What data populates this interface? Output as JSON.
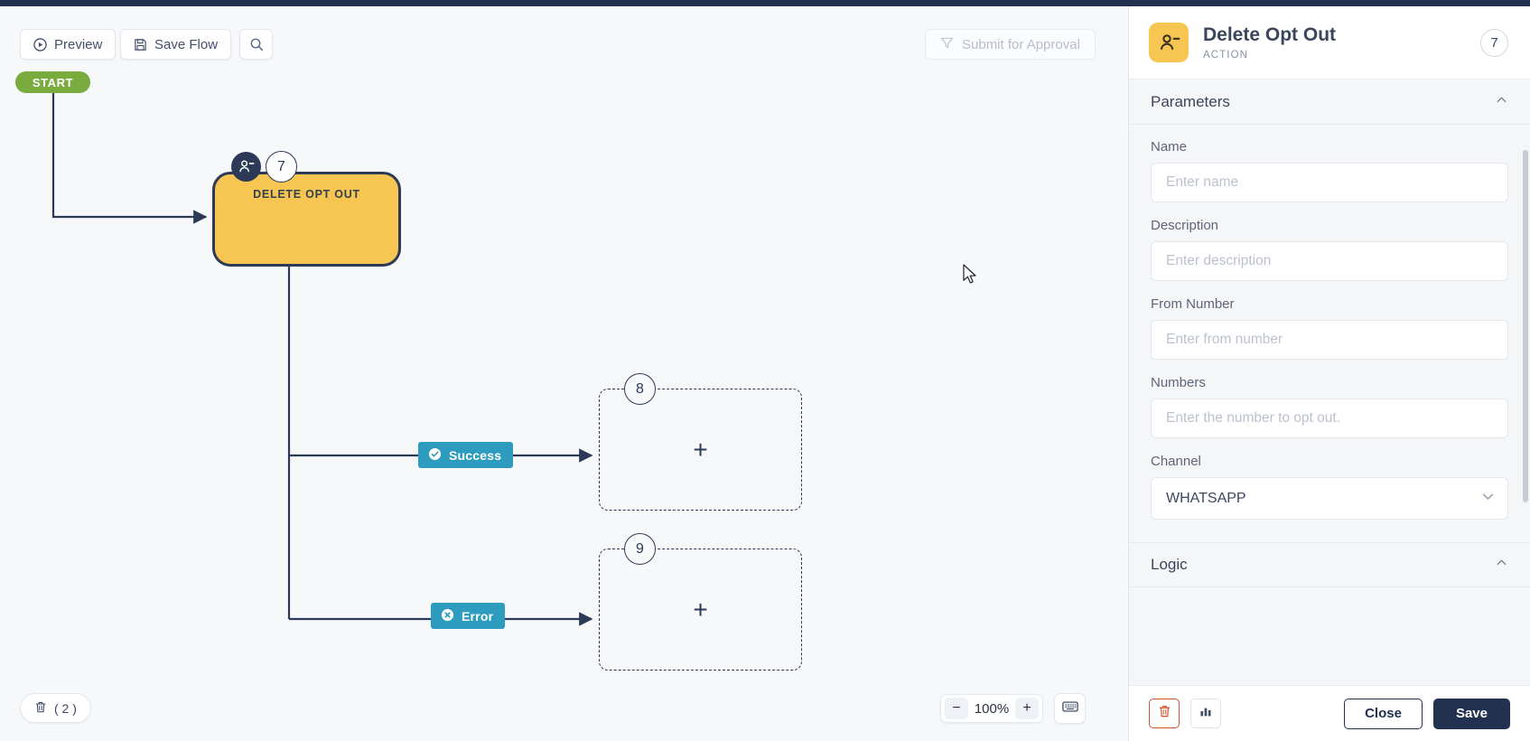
{
  "toolbar": {
    "preview_label": "Preview",
    "save_flow_label": "Save Flow",
    "search_icon": "search-icon",
    "submit_label": "Submit for Approval",
    "submit_icon": "paper-plane-icon"
  },
  "canvas": {
    "start_label": "START",
    "node": {
      "label": "DELETE OPT OUT",
      "badge": "7",
      "icon": "person-minus-icon",
      "fill_color": "#f7c552",
      "border_color": "#2c3a57"
    },
    "branches": [
      {
        "label": "Success",
        "icon": "check-circle-icon",
        "color": "#2d9cbe"
      },
      {
        "label": "Error",
        "icon": "x-circle-icon",
        "color": "#2d9cbe"
      }
    ],
    "placeholders": [
      {
        "badge": "8",
        "plus": "+"
      },
      {
        "badge": "9",
        "plus": "+"
      }
    ]
  },
  "bottombar": {
    "delete_count_label": "( 2 )",
    "delete_icon": "trash-icon",
    "zoom_out_label": "−",
    "zoom_value": "100%",
    "zoom_in_label": "+",
    "keyboard_icon": "keyboard-icon"
  },
  "panel": {
    "title": "Delete Opt Out",
    "subtitle": "ACTION",
    "badge": "7",
    "header_icon": "person-minus-icon",
    "parameters_section": {
      "title": "Parameters",
      "collapse_icon": "chevron-up-icon"
    },
    "fields": [
      {
        "label": "Name",
        "placeholder": "Enter name",
        "value": ""
      },
      {
        "label": "Description",
        "placeholder": "Enter description",
        "value": ""
      },
      {
        "label": "From Number",
        "placeholder": "Enter from number",
        "value": ""
      },
      {
        "label": "Numbers",
        "placeholder": "Enter the number to opt out.",
        "value": ""
      }
    ],
    "channel": {
      "label": "Channel",
      "selected": "WHATSAPP",
      "chevron_icon": "chevron-down-icon"
    },
    "logic_section": {
      "title": "Logic",
      "collapse_icon": "chevron-up-icon"
    },
    "footer": {
      "delete_icon": "trash-icon",
      "analytics_icon": "bar-chart-icon",
      "close_label": "Close",
      "save_label": "Save"
    }
  }
}
